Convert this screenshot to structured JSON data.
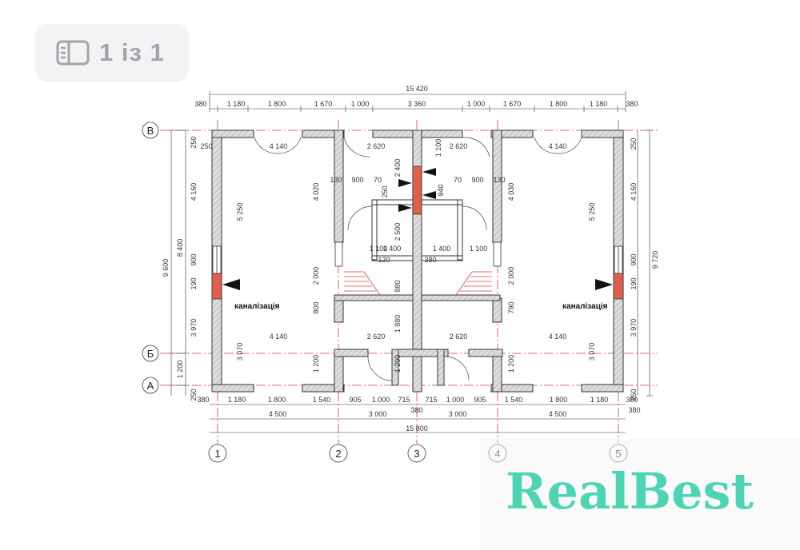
{
  "viewer": {
    "page_indicator": "1 із 1",
    "icon": "sidebar-icon"
  },
  "plan": {
    "overall_top": "15 420",
    "overall_bottom": "15 800",
    "left_height": "9 600",
    "right_height": "9 720",
    "left_inner": "8 400",
    "axes_vertical": [
      "1",
      "2",
      "3",
      "4",
      "5"
    ],
    "axes_horizontal": [
      "В",
      "Б",
      "А"
    ],
    "top_row": [
      "380",
      "1 180",
      "1 800",
      "1 670",
      "1 000",
      "3 360",
      "1 000",
      "1 670",
      "1 800",
      "1 180",
      "380"
    ],
    "bottom_row_1": [
      "380",
      "1 180",
      "1 800",
      "1 540",
      "905",
      "1 000",
      "715",
      "715",
      "1 000",
      "905",
      "1 540",
      "1 800",
      "1 180",
      "380"
    ],
    "bottom_row_2": [
      "4 500",
      "3 000",
      "3 000",
      "4 500"
    ],
    "bottom_extra_1": "380",
    "bottom_extra_2": "380",
    "left_col": [
      "250",
      "4 160",
      "900",
      "190",
      "3 970",
      "1 200",
      "250"
    ],
    "right_col": [
      "250",
      "4 160",
      "900",
      "190",
      "3 970",
      "250"
    ],
    "interior": {
      "room_w_left": "4 140",
      "room_w_right": "4 140",
      "room_w_left_b": "4 140",
      "room_w_right_b": "4 140",
      "hall_l": "2 620",
      "hall_r": "2 620",
      "hall_lb": "2 620",
      "hall_rb": "2 620",
      "h_5250_l": "5 250",
      "h_5250_r": "5 250",
      "h_3070_l": "3 070",
      "h_3070_r": "3 070",
      "h_4020": "4 020",
      "h_4030": "4 030",
      "h_2000_l": "2 000",
      "h_2000_r": "2 000",
      "h_1200_l": "1 200",
      "h_1200_r": "1 200",
      "h_2400": "2 400",
      "h_1100": "1 100",
      "h_2500": "2 500",
      "h_1880": "1 880",
      "h_880": "880",
      "w_1100_l": "1 100",
      "w_1400_l": "1 400",
      "w_1400_r": "1 400",
      "w_1100_r": "1 100",
      "w_900_l": "900",
      "w_900_r": "900",
      "w_70_l": "70",
      "w_70_r": "70",
      "w_130_l": "130",
      "w_130_r": "130",
      "w_940": "940",
      "w_120": "120",
      "w_380": "380",
      "w_250": "250",
      "w_800": "800",
      "w_790": "790",
      "w_1200": "1 200"
    },
    "label_left": "каналізація",
    "label_right": "каналізація"
  },
  "watermark": {
    "text": "RealBest",
    "color": "#4fd3b4"
  },
  "colors": {
    "wall_fill": "#d9d9d9",
    "wall_stroke": "#333333",
    "axis_line": "#d03030",
    "utility": "#d94a3a"
  }
}
